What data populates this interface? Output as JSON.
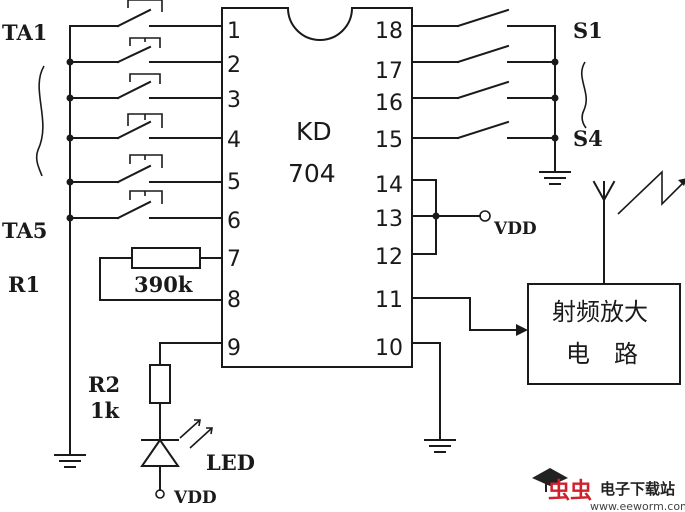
{
  "chip": {
    "name": "KD",
    "number": "704",
    "pins_left": [
      "1",
      "2",
      "3",
      "4",
      "5",
      "6",
      "7",
      "8",
      "9"
    ],
    "pins_right": [
      "18",
      "17",
      "16",
      "15",
      "14",
      "13",
      "12",
      "11",
      "10"
    ]
  },
  "labels": {
    "ta1": "TA1",
    "ta5": "TA5",
    "s1": "S1",
    "s4": "S4",
    "r1": "R1",
    "r1_value": "390k",
    "r2": "R2",
    "r2_value": "1k",
    "led": "LED",
    "vdd_top": "VDD",
    "vdd_bottom": "VDD"
  },
  "rf_block": {
    "line1": "射频放大",
    "line2": "电　路"
  },
  "watermark": {
    "brand": "虫虫",
    "name": "电子下载站",
    "url": "www.eeworm.com"
  }
}
